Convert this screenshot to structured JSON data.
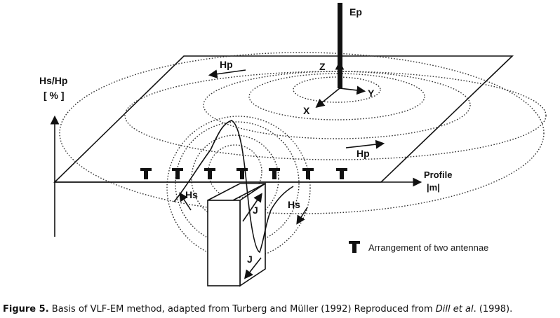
{
  "diagram": {
    "labels": {
      "ep": "Ep",
      "z": "Z",
      "y": "Y",
      "x": "X",
      "hp_top": "Hp",
      "hp_right": "Hp",
      "hs_hp": "Hs/Hp",
      "percent": "[ % ]",
      "profile": "Profile",
      "meters": "|m|",
      "hs_left": "Hs",
      "hs_right": "Hs",
      "j_upper": "J",
      "j_lower": "J"
    },
    "legend": {
      "text": "Arrangement of two antennae"
    }
  },
  "caption": {
    "prefix": "Figure 5.",
    "text_main": " Basis of VLF-EM method, adapted from Turberg and Müller (1992) Reproduced from ",
    "citation_italic": "Dill et al",
    "text_end": ". (1998)."
  }
}
